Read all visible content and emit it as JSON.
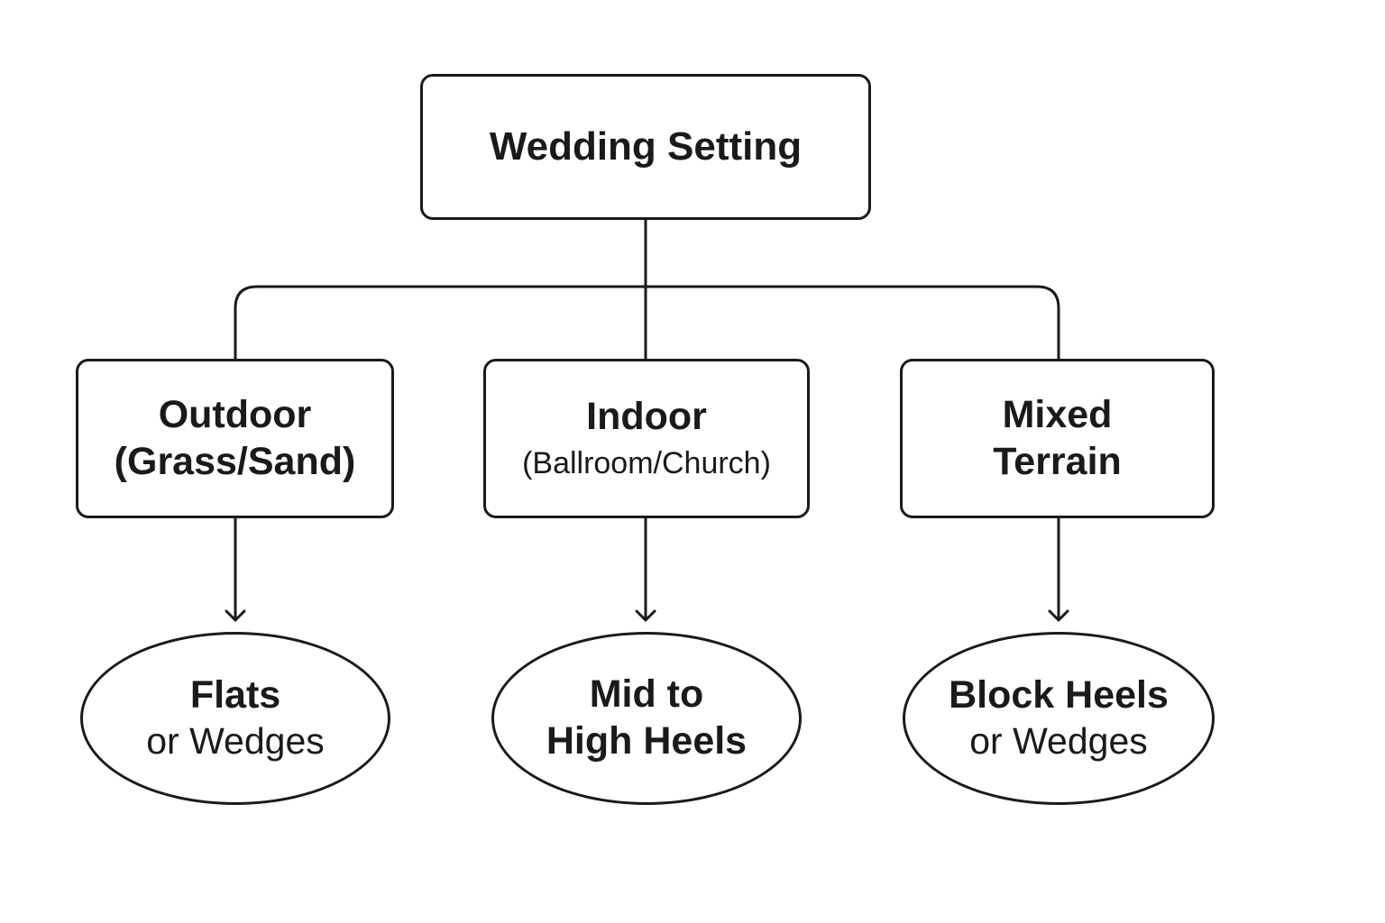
{
  "diagram": {
    "root": {
      "label": "Wedding Setting"
    },
    "settings": [
      {
        "line1": "Outdoor",
        "line2": "(Grass/Sand)"
      },
      {
        "line1": "Indoor",
        "line2": "(Ballroom/Church)"
      },
      {
        "line1": "Mixed",
        "line2": "Terrain"
      }
    ],
    "recommendations": [
      {
        "line1": "Flats",
        "line2": "or Wedges"
      },
      {
        "line1": "Mid to",
        "line2": "High Heels"
      },
      {
        "line1": "Block Heels",
        "line2": "or Wedges"
      }
    ],
    "colors": {
      "stroke": "#1a1a1a",
      "background": "#ffffff"
    }
  }
}
